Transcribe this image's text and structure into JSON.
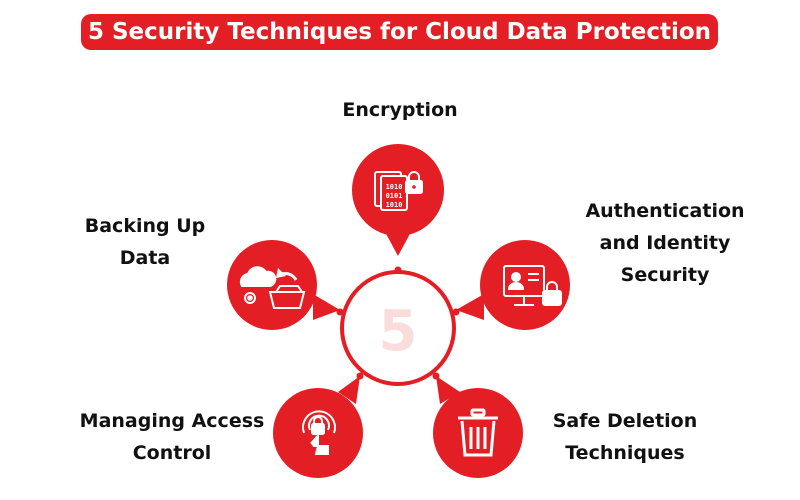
{
  "title": "5 Security Techniques for Cloud Data Protection",
  "center_number": "5",
  "techniques": [
    {
      "label": "Encryption",
      "icon": "encrypted-document-icon"
    },
    {
      "label": "Authentication and Identity Security",
      "icon": "monitor-lock-icon"
    },
    {
      "label": "Safe Deletion Techniques",
      "icon": "trash-can-icon"
    },
    {
      "label": "Managing Access Control",
      "icon": "touch-fingerprint-icon"
    },
    {
      "label": "Backing Up Data",
      "icon": "cloud-backup-icon"
    }
  ],
  "colors": {
    "accent": "#e31e24",
    "ring": "#e31e24",
    "center_number": "#f9dcdc",
    "text": "#111111"
  }
}
